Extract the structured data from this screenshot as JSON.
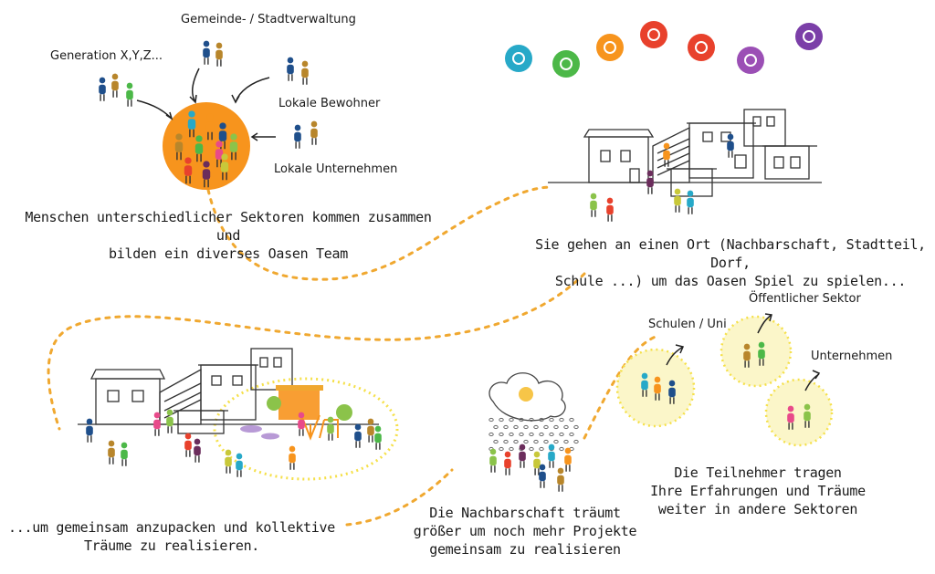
{
  "stakeholders": {
    "government": "Gemeinde- / Stadtverwaltung",
    "generations": "Generation X,Y,Z...",
    "residents": "Lokale Bewohner",
    "businesses": "Lokale Unternehmen"
  },
  "steps": {
    "team": [
      "Menschen unterschiedlicher Sektoren kommen zusammen und",
      "bilden ein diverses Oasen Team"
    ],
    "place": [
      "Sie gehen an einen Ort (Nachbarschaft, Stadtteil, Dorf,",
      "Schule ...) um das Oasen Spiel zu spielen..."
    ],
    "act": [
      "...um gemeinsam anzupacken und kollektive",
      "Träume zu realisieren."
    ],
    "dream": [
      "Die Nachbarschaft träumt",
      "größer um noch mehr Projekte",
      "gemeinsam zu realisieren"
    ],
    "carry": [
      "Die Teilnehmer tragen",
      "Ihre Erfahrungen und Träume",
      "weiter in andere Sektoren"
    ]
  },
  "sectors": {
    "schools": "Schulen / Uni",
    "public": "Öffentlicher Sektor",
    "business": "Unternehmen"
  },
  "colors": {
    "path": "#f0a830",
    "orange_blob": "#f7941d",
    "glow": "#f5e04a",
    "icons": [
      "#27a9c8",
      "#4cb848",
      "#f7941d",
      "#e8412c",
      "#e8412c",
      "#9b4fb5",
      "#7b3fa8"
    ]
  },
  "phase_icons": [
    "eye-icon",
    "people-icon",
    "sun-icon",
    "sprout-icon",
    "hand-icon",
    "group-icon",
    "flower-icon"
  ]
}
